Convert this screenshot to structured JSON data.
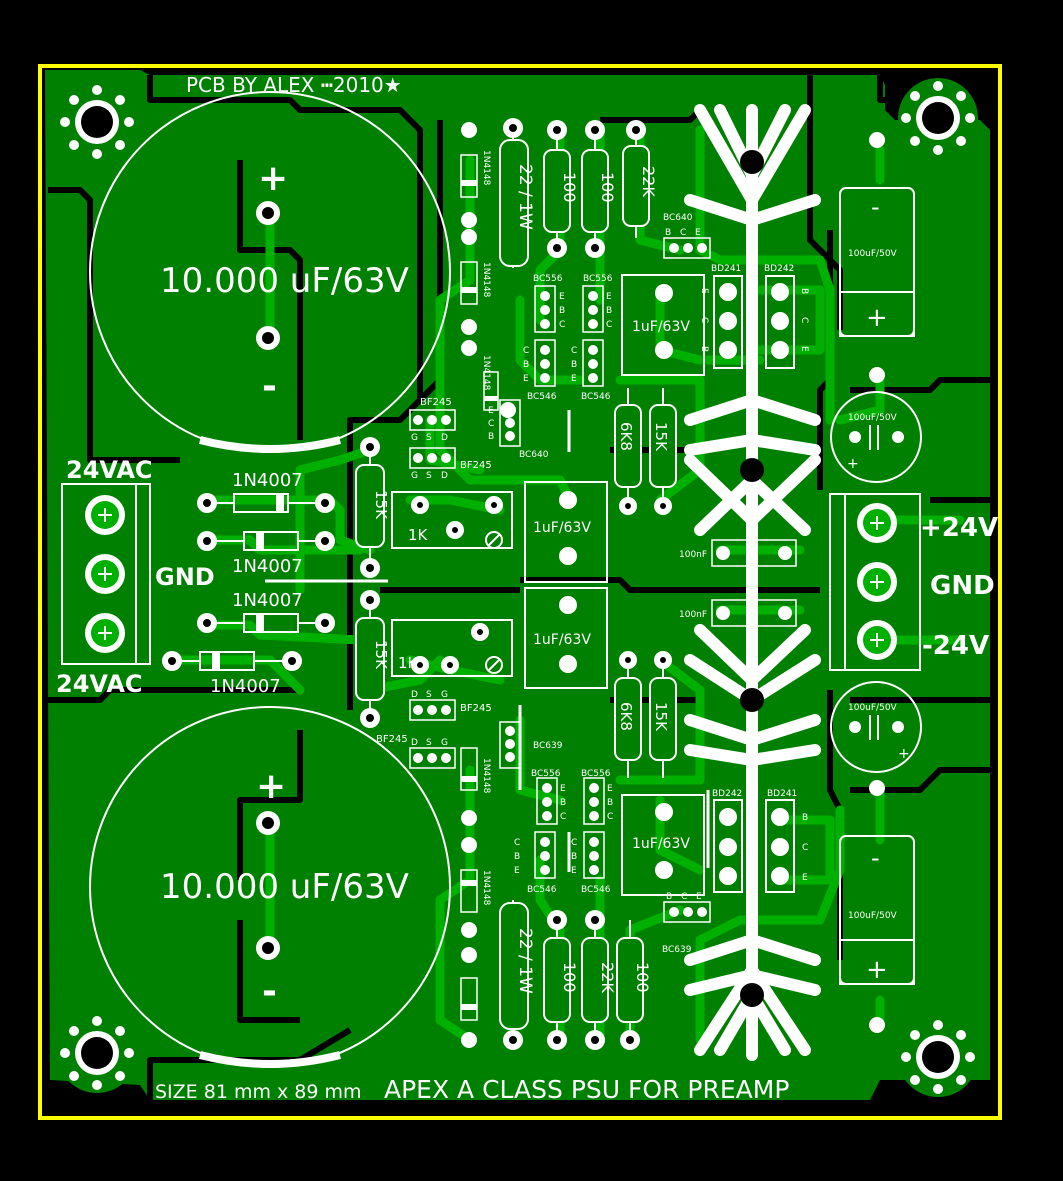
{
  "colors": {
    "background": "#000000",
    "board_outline": "#ffff00",
    "copper": "#008000",
    "track": "#00b000",
    "silkscreen": "#ffffff",
    "drill": "#000000"
  },
  "board": {
    "credit": "PCB BY ALEX ┅2010★",
    "footer": {
      "size_text": "SIZE 81 mm x 89 mm",
      "title": "APEX  A CLASS PSU FOR PREAMP"
    }
  },
  "capacitors": {
    "big_top": {
      "value": "10.000 uF/63V",
      "plus": "+",
      "minus": "-"
    },
    "big_bottom": {
      "value": "10.000 uF/63V",
      "plus": "+",
      "minus": "-"
    },
    "elko_top_right": {
      "value": "100uF/50V",
      "plus": "+",
      "minus": "-"
    },
    "elko_bottom_right": {
      "value": "100uF/50V",
      "plus": "+",
      "minus": "-"
    },
    "radial_top": {
      "value": "100uF/50V",
      "plus": "+"
    },
    "radial_bottom": {
      "value": "100uF/50V",
      "plus": "+"
    },
    "film_top": "1uF/63V",
    "film_mid_top": "1uF/63V",
    "film_mid_bottom": "1uF/63V",
    "film_bottom": "1uF/63V",
    "ceramic_top": "100nF",
    "ceramic_bottom": "100nF"
  },
  "input_connector": {
    "pins": [
      "24VAC",
      "GND",
      "24VAC"
    ]
  },
  "output_connector": {
    "pins": [
      "+24V",
      "GND",
      "-24V"
    ]
  },
  "diodes": {
    "rectifiers": [
      "1N4007",
      "1N4007",
      "1N4007",
      "1N4007"
    ],
    "signal_top": [
      "1N4148",
      "1N4148",
      "1N4148"
    ],
    "signal_bottom": [
      "1N4148",
      "1N4148"
    ]
  },
  "resistors": {
    "top_power": "22 / 1W",
    "bottom_power": "22 / 1W",
    "top_row": [
      "100",
      "100",
      "22K"
    ],
    "bottom_row": [
      "100",
      "22K",
      "100"
    ],
    "mid_top": [
      "6K8",
      "15K"
    ],
    "mid_bottom": [
      "6K8",
      "15K"
    ],
    "left_top": "15K",
    "left_bottom": "15K",
    "trim_top": "1K",
    "trim_bottom": "1K"
  },
  "transistors": {
    "bc640_top": "BC640",
    "bc640_mid": "BC640",
    "bd241_top": "BD241",
    "bd242_top": "BD242",
    "bd242_bottom": "BD242",
    "bd241_bottom": "BD241",
    "bc556_top": [
      "BC556",
      "BC556"
    ],
    "bc546_top": [
      "BC546",
      "BC546"
    ],
    "bc556_bottom": [
      "BC556",
      "BC556"
    ],
    "bc546_bottom": [
      "BC546",
      "BC546"
    ],
    "bc639_mid": "BC639",
    "bc639_bottom": "BC639",
    "bf245_top": [
      "BF245",
      "BF245"
    ],
    "bf245_bottom": [
      "BF245",
      "BF245"
    ],
    "pin_ebc": [
      "E",
      "B",
      "C"
    ],
    "pin_cbe": [
      "C",
      "B",
      "E"
    ],
    "pin_bce": [
      "B",
      "C",
      "E"
    ],
    "pin_gsd": [
      "G",
      "S",
      "D"
    ],
    "pin_dsg": [
      "D",
      "S",
      "G"
    ]
  }
}
